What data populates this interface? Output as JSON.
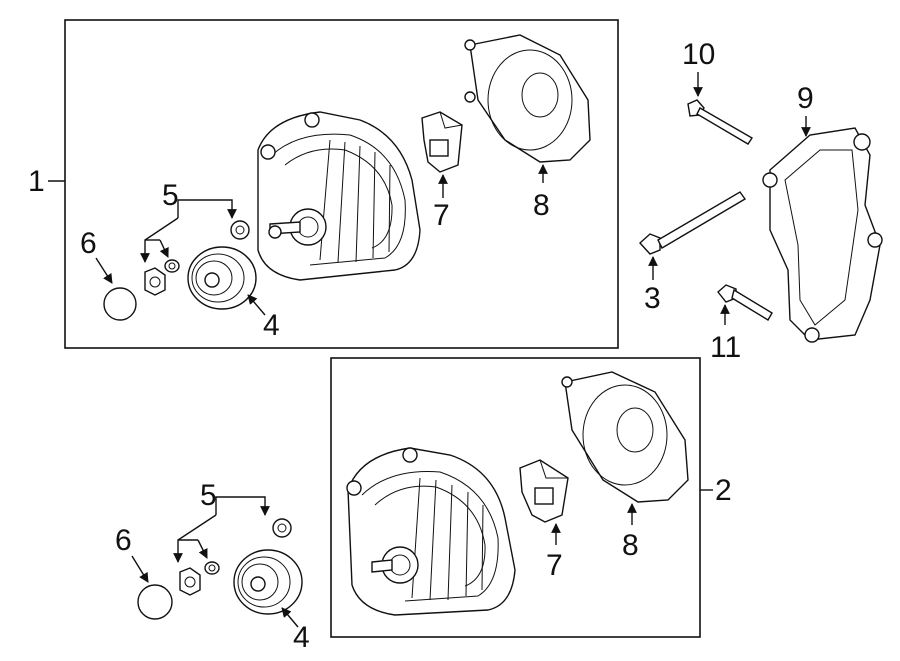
{
  "callouts": {
    "c1": "1",
    "c2": "2",
    "c3": "3",
    "c4a": "4",
    "c4b": "4",
    "c5a": "5",
    "c5b": "5",
    "c6a": "6",
    "c6b": "6",
    "c7a": "7",
    "c7b": "7",
    "c8a": "8",
    "c8b": "8",
    "c9": "9",
    "c10": "10",
    "c11": "11"
  },
  "style": {
    "line_color": "#111111",
    "background": "#ffffff"
  }
}
